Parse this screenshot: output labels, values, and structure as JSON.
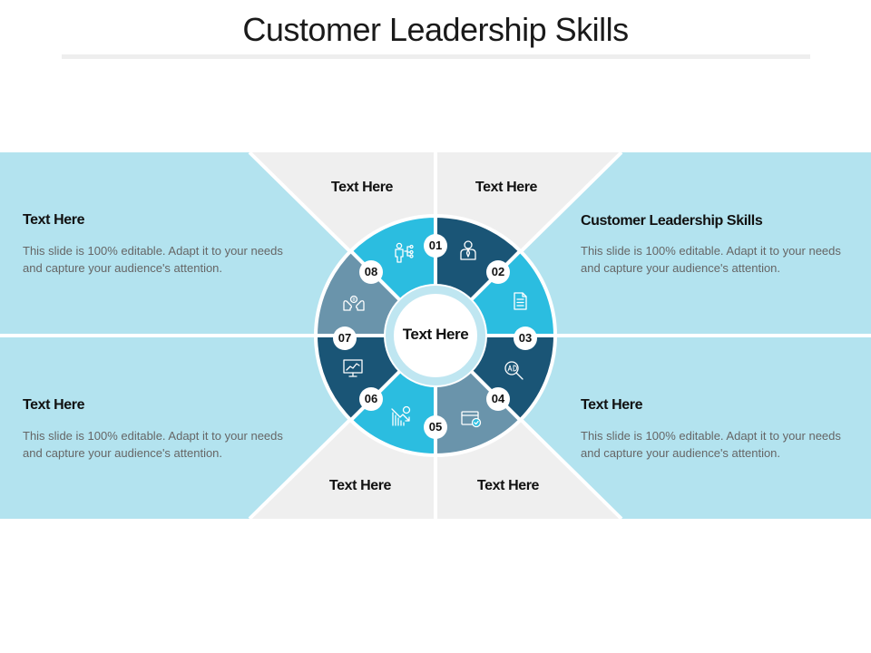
{
  "title": "Customer Leadership Skills",
  "colors": {
    "panel": "#b3e3ef",
    "gap": "#efefef",
    "seg_dark": "#1a5576",
    "seg_light": "#2bbde0",
    "seg_gray": "#6a94ab"
  },
  "center": {
    "label": "Text Here"
  },
  "panels": [
    {
      "heading": "Text Here",
      "body": "This slide is 100% editable. Adapt it to your needs and capture your audience's attention."
    },
    {
      "heading": "Customer Leadership Skills",
      "body": "This slide is 100% editable. Adapt it to your needs and capture your audience's attention."
    },
    {
      "heading": "Text Here",
      "body": "This slide is 100% editable. Adapt it to your needs and capture your audience's attention."
    },
    {
      "heading": "Text Here",
      "body": "This slide is 100% editable. Adapt it to your needs and capture your audience's attention."
    }
  ],
  "spoke_labels": [
    "Text Here",
    "Text Here",
    "Text Here",
    "Text Here"
  ],
  "segments": [
    {
      "number": "01",
      "icon": "org-chart-person-icon",
      "color": "dark"
    },
    {
      "number": "02",
      "icon": "businessman-icon",
      "color": "light"
    },
    {
      "number": "03",
      "icon": "document-icon",
      "color": "dark"
    },
    {
      "number": "04",
      "icon": "ad-search-icon",
      "color": "gray"
    },
    {
      "number": "05",
      "icon": "browser-check-icon",
      "color": "light"
    },
    {
      "number": "06",
      "icon": "bar-chart-down-icon",
      "color": "dark"
    },
    {
      "number": "07",
      "icon": "presentation-chart-icon",
      "color": "gray"
    },
    {
      "number": "08",
      "icon": "hands-money-icon",
      "color": "light"
    }
  ]
}
